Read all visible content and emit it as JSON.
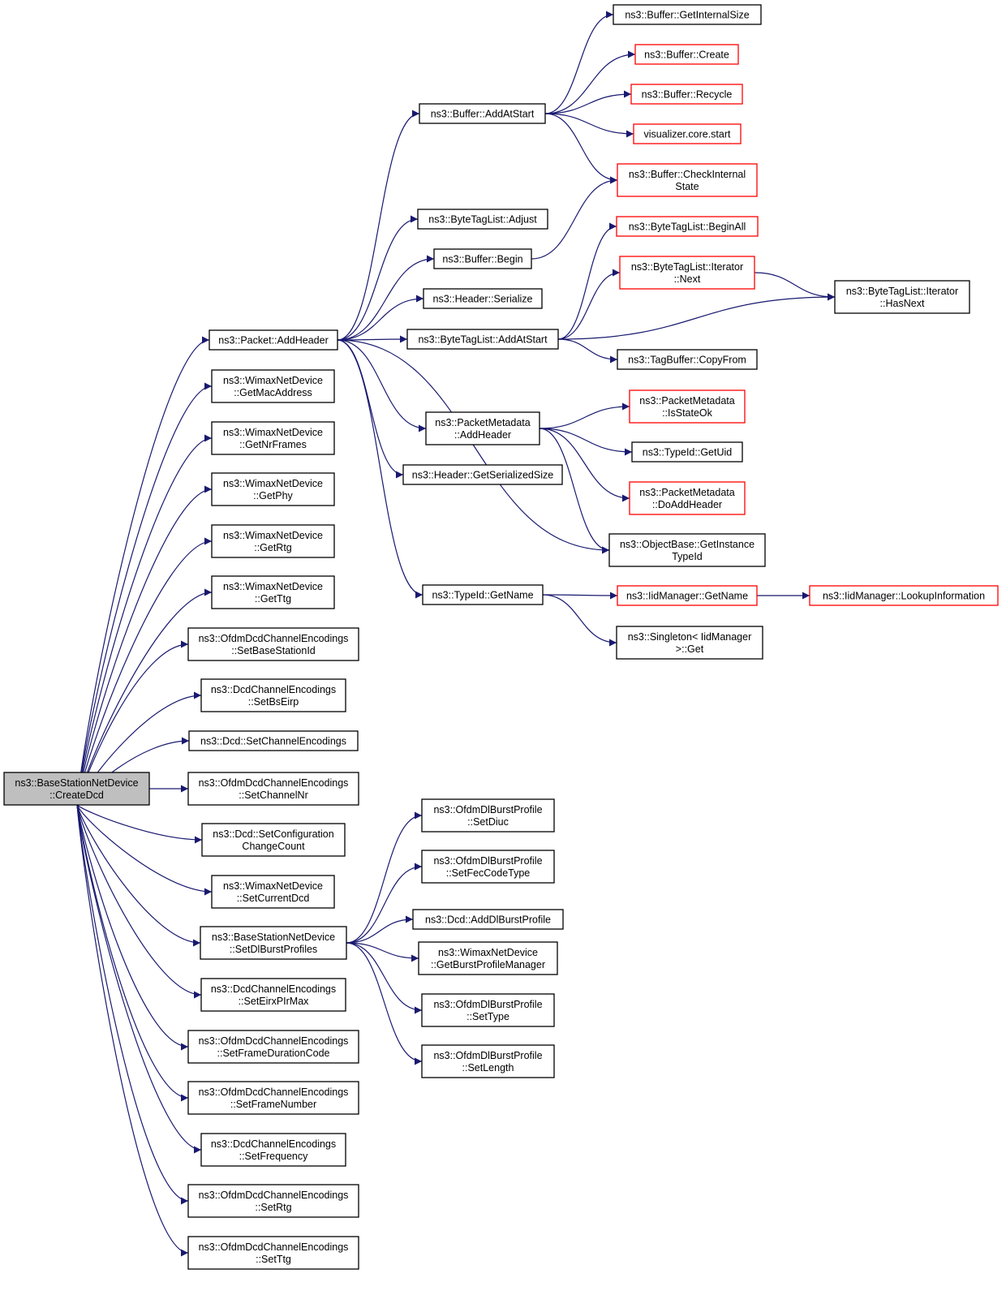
{
  "colors": {
    "edge": "#191970",
    "border_default": "#000000",
    "border_truncated": "#ff0000",
    "root_fill": "#bfbfbf"
  },
  "nodes": {
    "root": {
      "lines": [
        "ns3::BaseStationNetDevice",
        "::CreateDcd"
      ],
      "style": "root"
    },
    "addHeader": {
      "lines": [
        "ns3::Packet::AddHeader"
      ],
      "style": "black"
    },
    "getMacAddress": {
      "lines": [
        "ns3::WimaxNetDevice",
        "::GetMacAddress"
      ],
      "style": "black"
    },
    "getNrFrames": {
      "lines": [
        "ns3::WimaxNetDevice",
        "::GetNrFrames"
      ],
      "style": "black"
    },
    "getPhy": {
      "lines": [
        "ns3::WimaxNetDevice",
        "::GetPhy"
      ],
      "style": "black"
    },
    "getRtg": {
      "lines": [
        "ns3::WimaxNetDevice",
        "::GetRtg"
      ],
      "style": "black"
    },
    "getTtg": {
      "lines": [
        "ns3::WimaxNetDevice",
        "::GetTtg"
      ],
      "style": "black"
    },
    "setBaseStationId": {
      "lines": [
        "ns3::OfdmDcdChannelEncodings",
        "::SetBaseStationId"
      ],
      "style": "black"
    },
    "setBsEirp": {
      "lines": [
        "ns3::DcdChannelEncodings",
        "::SetBsEirp"
      ],
      "style": "black"
    },
    "setChannelEncodings": {
      "lines": [
        "ns3::Dcd::SetChannelEncodings"
      ],
      "style": "black"
    },
    "setChannelNr": {
      "lines": [
        "ns3::OfdmDcdChannelEncodings",
        "::SetChannelNr"
      ],
      "style": "black"
    },
    "setConfigChangeCount": {
      "lines": [
        "ns3::Dcd::SetConfiguration",
        "ChangeCount"
      ],
      "style": "black"
    },
    "setCurrentDcd": {
      "lines": [
        "ns3::WimaxNetDevice",
        "::SetCurrentDcd"
      ],
      "style": "black"
    },
    "setDlBurstProfiles": {
      "lines": [
        "ns3::BaseStationNetDevice",
        "::SetDlBurstProfiles"
      ],
      "style": "black"
    },
    "setEirxPIrMax": {
      "lines": [
        "ns3::DcdChannelEncodings",
        "::SetEirxPIrMax"
      ],
      "style": "black"
    },
    "setFrameDurationCode": {
      "lines": [
        "ns3::OfdmDcdChannelEncodings",
        "::SetFrameDurationCode"
      ],
      "style": "black"
    },
    "setFrameNumber": {
      "lines": [
        "ns3::OfdmDcdChannelEncodings",
        "::SetFrameNumber"
      ],
      "style": "black"
    },
    "setFrequency": {
      "lines": [
        "ns3::DcdChannelEncodings",
        "::SetFrequency"
      ],
      "style": "black"
    },
    "setRtg": {
      "lines": [
        "ns3::OfdmDcdChannelEncodings",
        "::SetRtg"
      ],
      "style": "black"
    },
    "setTtg": {
      "lines": [
        "ns3::OfdmDcdChannelEncodings",
        "::SetTtg"
      ],
      "style": "black"
    },
    "bufAddAtStart": {
      "lines": [
        "ns3::Buffer::AddAtStart"
      ],
      "style": "black"
    },
    "btlAdjust": {
      "lines": [
        "ns3::ByteTagList::Adjust"
      ],
      "style": "black"
    },
    "bufBegin": {
      "lines": [
        "ns3::Buffer::Begin"
      ],
      "style": "black"
    },
    "hdrSerialize": {
      "lines": [
        "ns3::Header::Serialize"
      ],
      "style": "black"
    },
    "btlAddAtStart": {
      "lines": [
        "ns3::ByteTagList::AddAtStart"
      ],
      "style": "black"
    },
    "pmAddHeader": {
      "lines": [
        "ns3::PacketMetadata",
        "::AddHeader"
      ],
      "style": "black"
    },
    "hdrGetSerializedSize": {
      "lines": [
        "ns3::Header::GetSerializedSize"
      ],
      "style": "black"
    },
    "typeGetName": {
      "lines": [
        "ns3::TypeId::GetName"
      ],
      "style": "black"
    },
    "bufGetInternalSize": {
      "lines": [
        "ns3::Buffer::GetInternalSize"
      ],
      "style": "black"
    },
    "bufCreate": {
      "lines": [
        "ns3::Buffer::Create"
      ],
      "style": "red"
    },
    "bufRecycle": {
      "lines": [
        "ns3::Buffer::Recycle"
      ],
      "style": "red"
    },
    "vizStart": {
      "lines": [
        "visualizer.core.start"
      ],
      "style": "red"
    },
    "bufCheckInternal": {
      "lines": [
        "ns3::Buffer::CheckInternal",
        "State"
      ],
      "style": "red"
    },
    "btlBeginAll": {
      "lines": [
        "ns3::ByteTagList::BeginAll"
      ],
      "style": "red"
    },
    "btlIterNext": {
      "lines": [
        "ns3::ByteTagList::Iterator",
        "::Next"
      ],
      "style": "red"
    },
    "btlIterHasNext": {
      "lines": [
        "ns3::ByteTagList::Iterator",
        "::HasNext"
      ],
      "style": "black"
    },
    "tagCopyFrom": {
      "lines": [
        "ns3::TagBuffer::CopyFrom"
      ],
      "style": "black"
    },
    "pmIsStateOk": {
      "lines": [
        "ns3::PacketMetadata",
        "::IsStateOk"
      ],
      "style": "red"
    },
    "typeGetUid": {
      "lines": [
        "ns3::TypeId::GetUid"
      ],
      "style": "black"
    },
    "pmDoAddHeader": {
      "lines": [
        "ns3::PacketMetadata",
        "::DoAddHeader"
      ],
      "style": "red"
    },
    "objGetInstanceTypeId": {
      "lines": [
        "ns3::ObjectBase::GetInstance",
        "TypeId"
      ],
      "style": "black"
    },
    "iidGetName": {
      "lines": [
        "ns3::IidManager::GetName"
      ],
      "style": "red"
    },
    "iidLookup": {
      "lines": [
        "ns3::IidManager::LookupInformation"
      ],
      "style": "red"
    },
    "singletonGet": {
      "lines": [
        "ns3::Singleton< IidManager",
        ">::Get"
      ],
      "style": "black"
    },
    "ofdmSetDiuc": {
      "lines": [
        "ns3::OfdmDlBurstProfile",
        "::SetDiuc"
      ],
      "style": "black"
    },
    "ofdmSetFec": {
      "lines": [
        "ns3::OfdmDlBurstProfile",
        "::SetFecCodeType"
      ],
      "style": "black"
    },
    "dcdAddDlBurst": {
      "lines": [
        "ns3::Dcd::AddDlBurstProfile"
      ],
      "style": "black"
    },
    "wimaxGetBurstMgr": {
      "lines": [
        "ns3::WimaxNetDevice",
        "::GetBurstProfileManager"
      ],
      "style": "black"
    },
    "ofdmSetType": {
      "lines": [
        "ns3::OfdmDlBurstProfile",
        "::SetType"
      ],
      "style": "black"
    },
    "ofdmSetLength": {
      "lines": [
        "ns3::OfdmDlBurstProfile",
        "::SetLength"
      ],
      "style": "black"
    }
  },
  "edges": [
    [
      "root",
      "addHeader"
    ],
    [
      "root",
      "getMacAddress"
    ],
    [
      "root",
      "getNrFrames"
    ],
    [
      "root",
      "getPhy"
    ],
    [
      "root",
      "getRtg"
    ],
    [
      "root",
      "getTtg"
    ],
    [
      "root",
      "setBaseStationId"
    ],
    [
      "root",
      "setBsEirp"
    ],
    [
      "root",
      "setChannelEncodings"
    ],
    [
      "root",
      "setChannelNr"
    ],
    [
      "root",
      "setConfigChangeCount"
    ],
    [
      "root",
      "setCurrentDcd"
    ],
    [
      "root",
      "setDlBurstProfiles"
    ],
    [
      "root",
      "setEirxPIrMax"
    ],
    [
      "root",
      "setFrameDurationCode"
    ],
    [
      "root",
      "setFrameNumber"
    ],
    [
      "root",
      "setFrequency"
    ],
    [
      "root",
      "setRtg"
    ],
    [
      "root",
      "setTtg"
    ],
    [
      "addHeader",
      "bufAddAtStart"
    ],
    [
      "addHeader",
      "btlAdjust"
    ],
    [
      "addHeader",
      "bufBegin"
    ],
    [
      "addHeader",
      "hdrSerialize"
    ],
    [
      "addHeader",
      "btlAddAtStart"
    ],
    [
      "addHeader",
      "pmAddHeader"
    ],
    [
      "addHeader",
      "hdrGetSerializedSize"
    ],
    [
      "addHeader",
      "objGetInstanceTypeId"
    ],
    [
      "addHeader",
      "typeGetName"
    ],
    [
      "bufAddAtStart",
      "bufGetInternalSize"
    ],
    [
      "bufAddAtStart",
      "bufCreate"
    ],
    [
      "bufAddAtStart",
      "bufRecycle"
    ],
    [
      "bufAddAtStart",
      "vizStart"
    ],
    [
      "bufAddAtStart",
      "bufCheckInternal"
    ],
    [
      "bufBegin",
      "bufCheckInternal"
    ],
    [
      "btlAddAtStart",
      "btlBeginAll"
    ],
    [
      "btlAddAtStart",
      "btlIterNext"
    ],
    [
      "btlAddAtStart",
      "btlIterHasNext"
    ],
    [
      "btlAddAtStart",
      "tagCopyFrom"
    ],
    [
      "btlIterNext",
      "btlIterHasNext"
    ],
    [
      "pmAddHeader",
      "pmIsStateOk"
    ],
    [
      "pmAddHeader",
      "typeGetUid"
    ],
    [
      "pmAddHeader",
      "pmDoAddHeader"
    ],
    [
      "pmAddHeader",
      "objGetInstanceTypeId"
    ],
    [
      "typeGetName",
      "iidGetName"
    ],
    [
      "typeGetName",
      "singletonGet"
    ],
    [
      "iidGetName",
      "iidLookup"
    ],
    [
      "setDlBurstProfiles",
      "ofdmSetDiuc"
    ],
    [
      "setDlBurstProfiles",
      "ofdmSetFec"
    ],
    [
      "setDlBurstProfiles",
      "dcdAddDlBurst"
    ],
    [
      "setDlBurstProfiles",
      "wimaxGetBurstMgr"
    ],
    [
      "setDlBurstProfiles",
      "ofdmSetType"
    ],
    [
      "setDlBurstProfiles",
      "ofdmSetLength"
    ]
  ]
}
